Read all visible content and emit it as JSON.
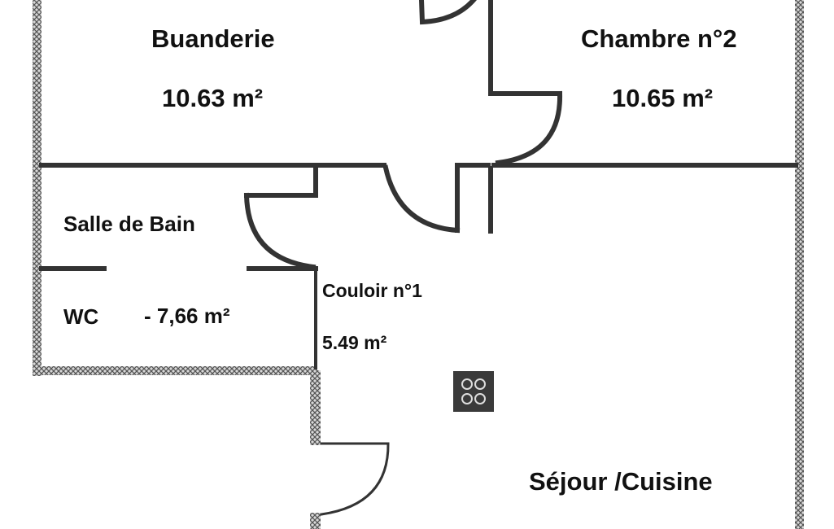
{
  "plan": {
    "rooms": [
      {
        "name": "Buanderie",
        "area": "10.63 m²"
      },
      {
        "name": "Chambre n°2",
        "area": "10.65 m²"
      },
      {
        "name": "Salle de Bain"
      },
      {
        "name": "WC",
        "area": "- 7,66 m²"
      },
      {
        "name": "Couloir n°1",
        "area": "5.49 m²"
      },
      {
        "name": "Séjour /Cuisine"
      }
    ]
  },
  "colors": {
    "wall": "#333333",
    "hatch": "#8a8a8a"
  }
}
